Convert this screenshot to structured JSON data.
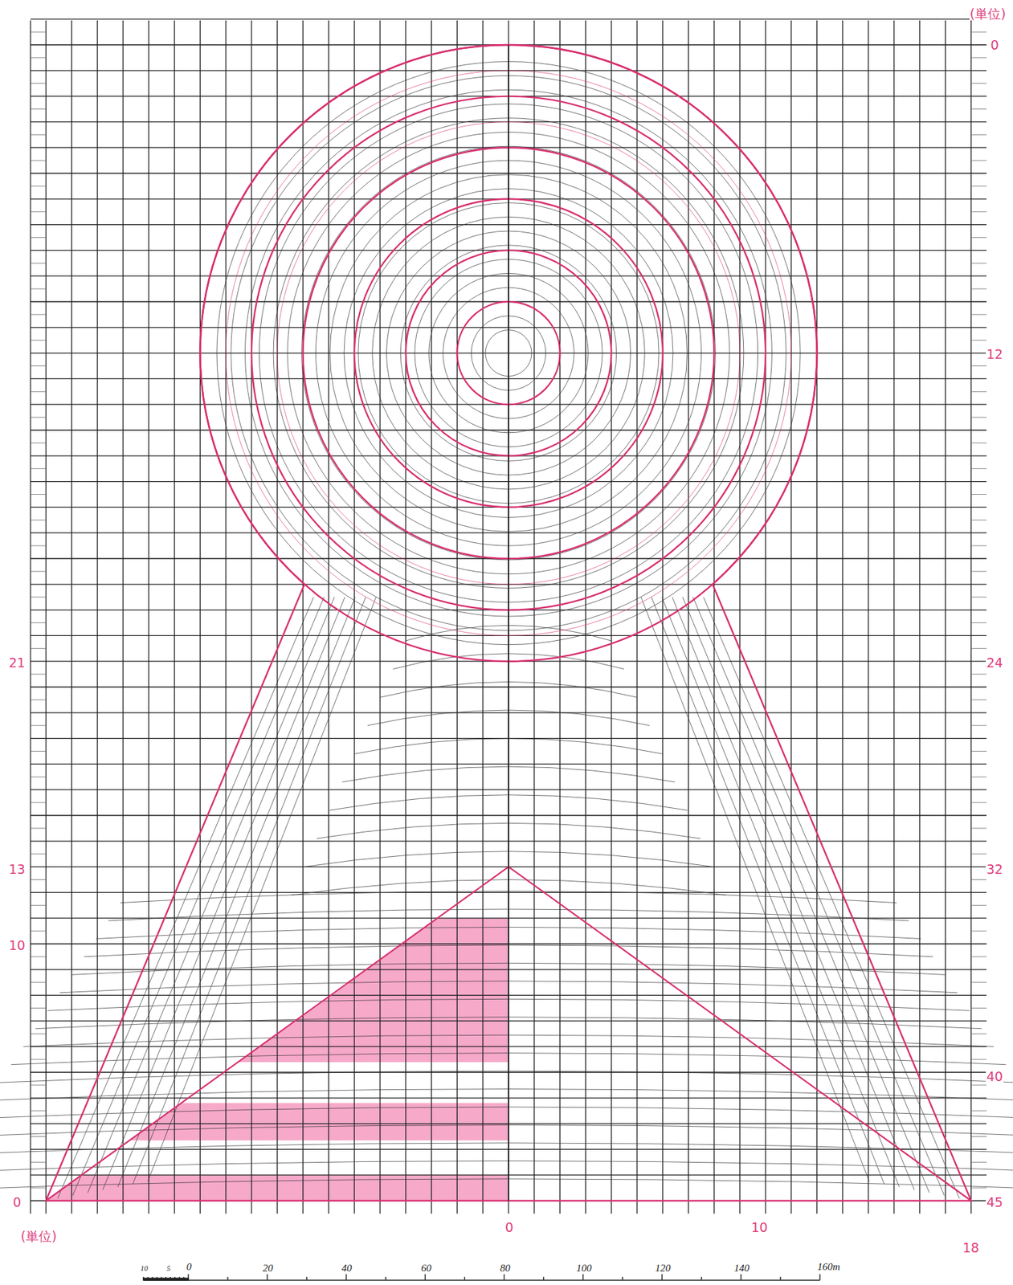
{
  "diagram": {
    "labels": [
      "(単位)",
      "0",
      "12",
      "24",
      "32",
      "40",
      "45",
      "21",
      "13",
      "10",
      "0",
      "(単位)",
      "0",
      "10",
      "18",
      "10",
      "5",
      "0",
      "20",
      "40",
      "60",
      "80",
      "100",
      "120",
      "140",
      "160m"
    ]
  }
}
